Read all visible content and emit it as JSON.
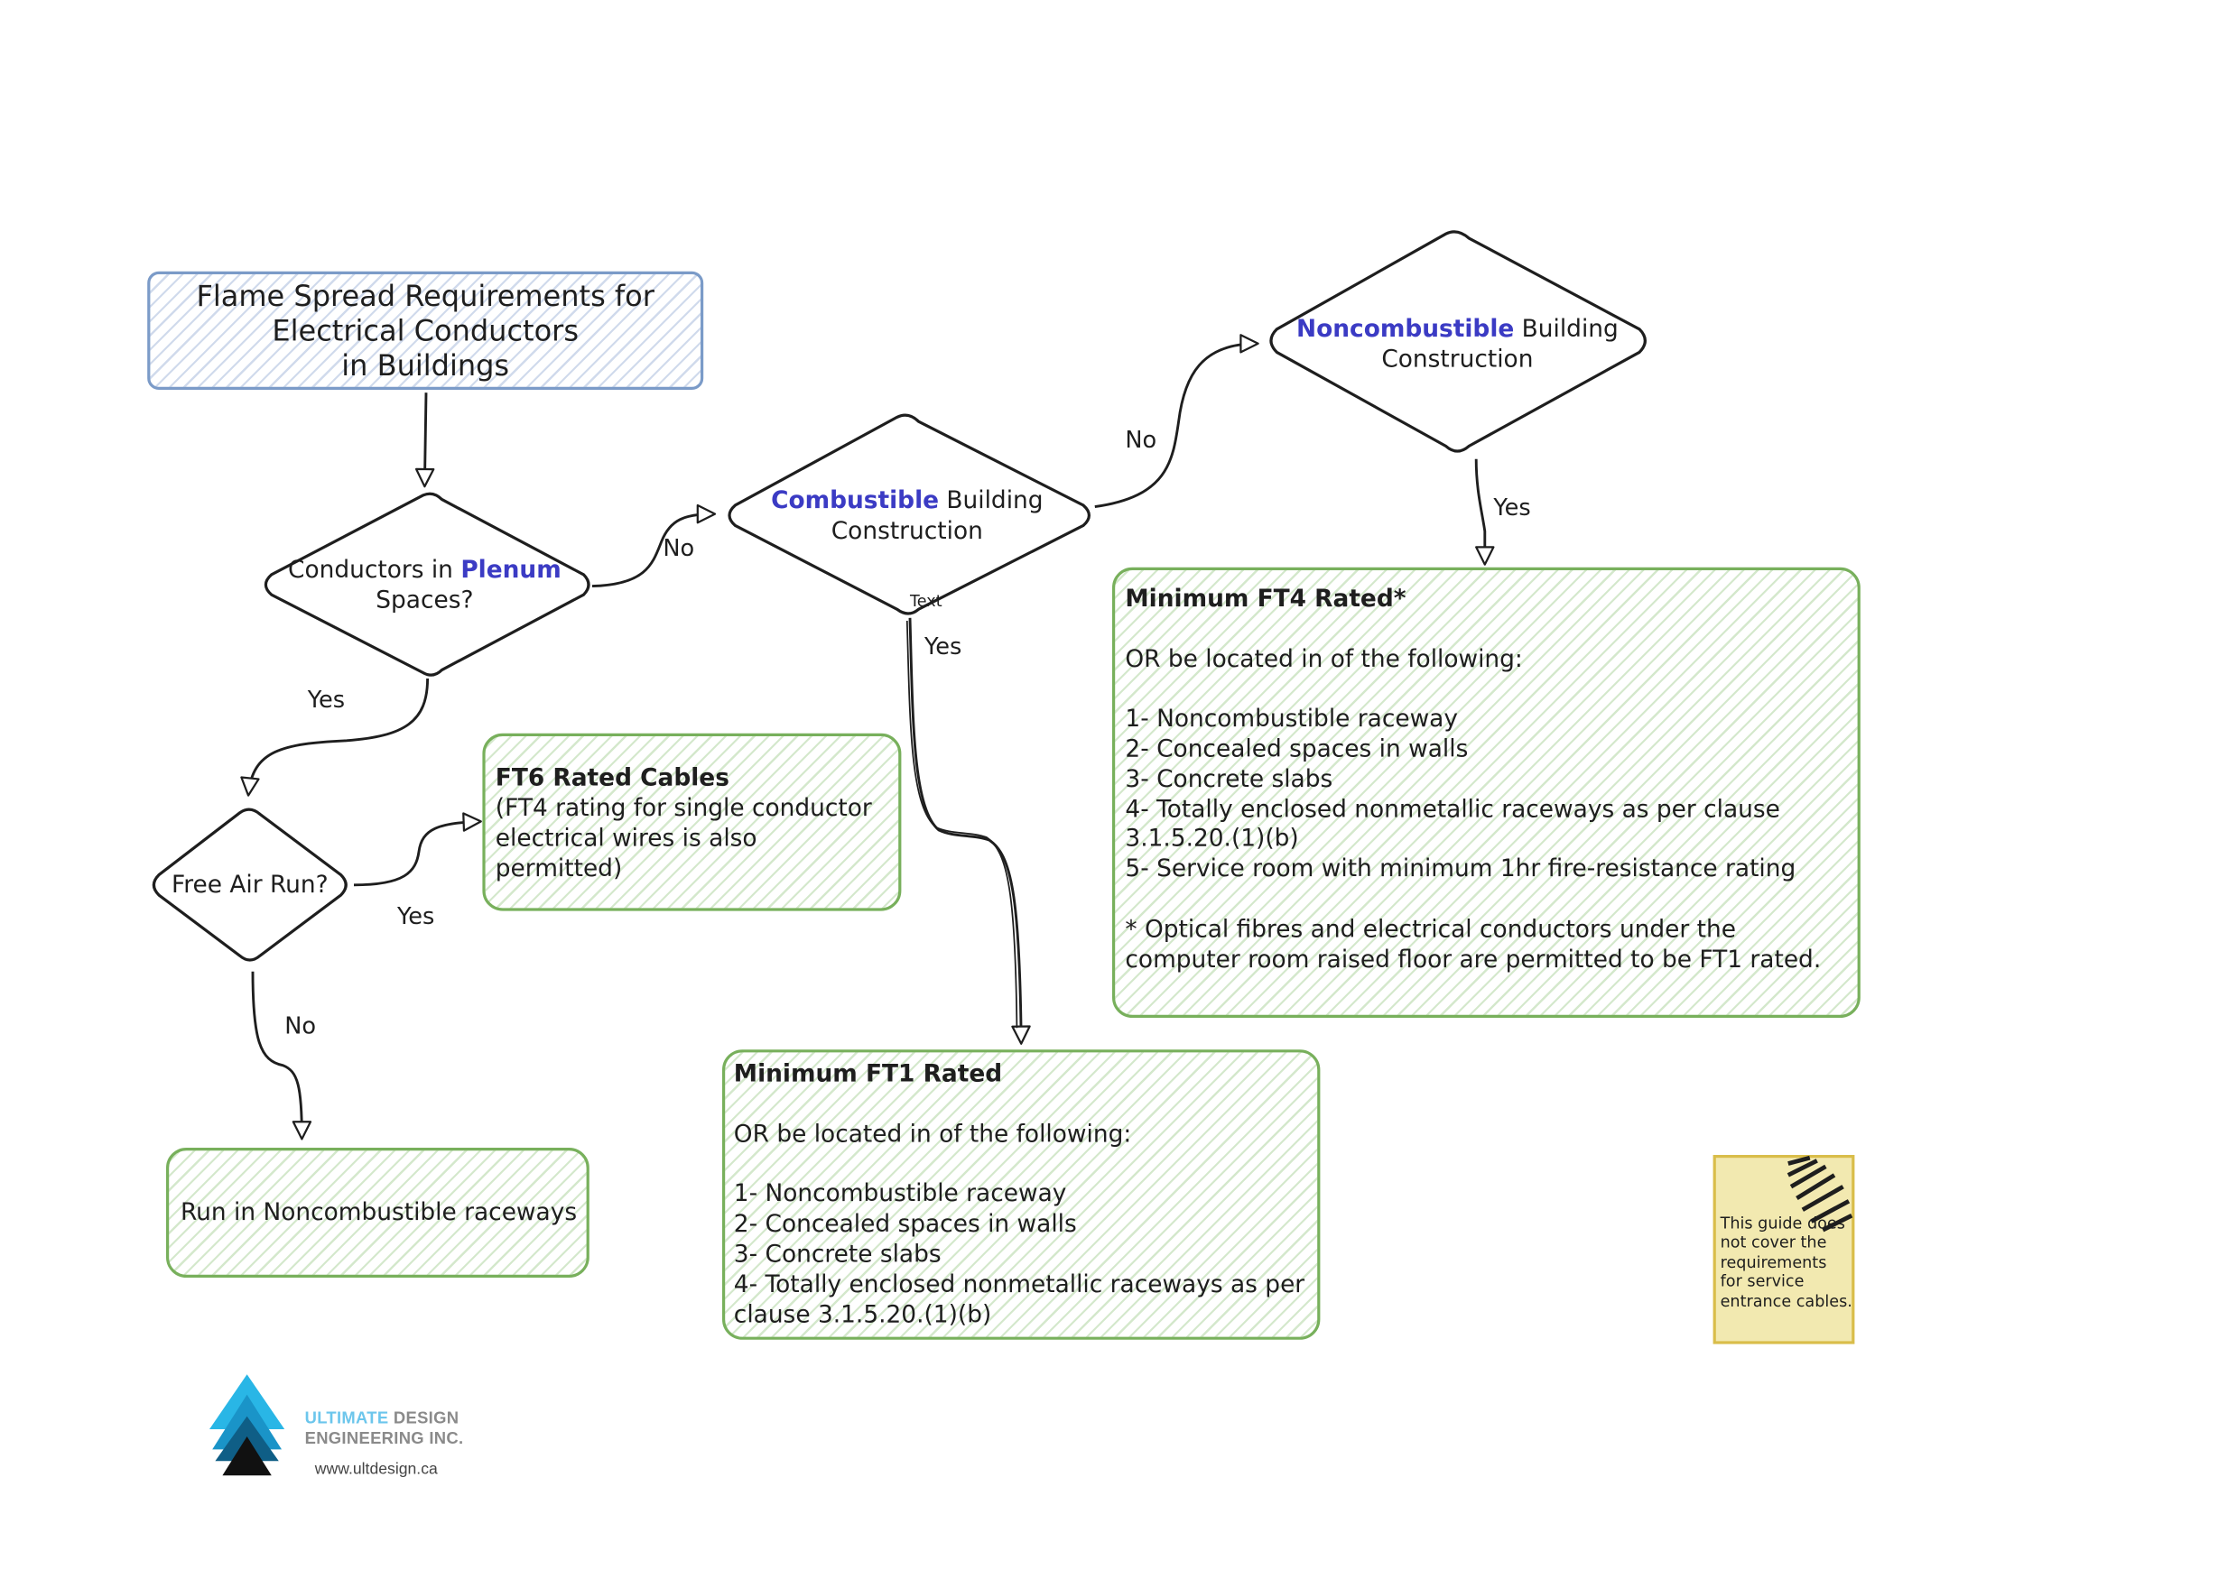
{
  "title": {
    "line1": "Flame Spread Requirements for",
    "line2": "Electrical Conductors",
    "line3": "in Buildings"
  },
  "decisions": {
    "plenum": {
      "pre": "Conductors in ",
      "highlight": "Plenum",
      "line2": "Spaces?"
    },
    "combustible": {
      "highlight": "Combustible",
      "post": " Building",
      "line2": "Construction"
    },
    "noncombustible": {
      "highlight": "Noncombustible",
      "post": " Building",
      "line2": "Construction"
    },
    "free_air": {
      "label": "Free Air Run?"
    }
  },
  "edges": {
    "plenum_no": "No",
    "plenum_yes": "Yes",
    "combustible_no": "No",
    "combustible_yes": "Yes",
    "combustible_text": "Text",
    "noncombustible_yes": "Yes",
    "free_air_yes": "Yes",
    "free_air_no": "No"
  },
  "ft6_box": {
    "title": "FT6 Rated Cables",
    "lines": [
      "(FT4 rating for single conductor",
      "electrical wires is also",
      "permitted)"
    ]
  },
  "raceway_box": {
    "label": "Run in Noncombustible raceways"
  },
  "ft1_box": {
    "title": "Minimum FT1 Rated",
    "intro": "OR be located in of the following:",
    "items": [
      "1- Noncombustible raceway",
      "2- Concealed spaces in walls",
      "3- Concrete slabs",
      "4- Totally enclosed nonmetallic raceways as per",
      "clause 3.1.5.20.(1)(b)"
    ]
  },
  "ft4_box": {
    "title": "Minimum FT4 Rated*",
    "intro": "OR be located in of the following:",
    "items": [
      "1- Noncombustible raceway",
      "2- Concealed spaces in walls",
      "3- Concrete slabs",
      "4- Totally enclosed nonmetallic raceways as per clause",
      "3.1.5.20.(1)(b)",
      "5- Service room with minimum 1hr fire-resistance rating"
    ],
    "footnote": [
      "* Optical fibres and electrical conductors under the",
      "computer room raised floor are permitted to be FT1 rated."
    ]
  },
  "sticky_note": {
    "lines": [
      "This guide does",
      "not cover the",
      "requirements",
      "for service",
      "entrance cables."
    ]
  },
  "logo": {
    "brand_highlight": "ULTIMATE",
    "brand_rest": " DESIGN",
    "line2": "ENGINEERING INC.",
    "url": "www.ultdesign.ca"
  },
  "colors": {
    "highlight": "#3b3bc4",
    "green_border": "#78b05c",
    "blue_border": "#7b9bc8",
    "note": "#f2e9b0",
    "logo_cyan": "#29b6e6"
  }
}
